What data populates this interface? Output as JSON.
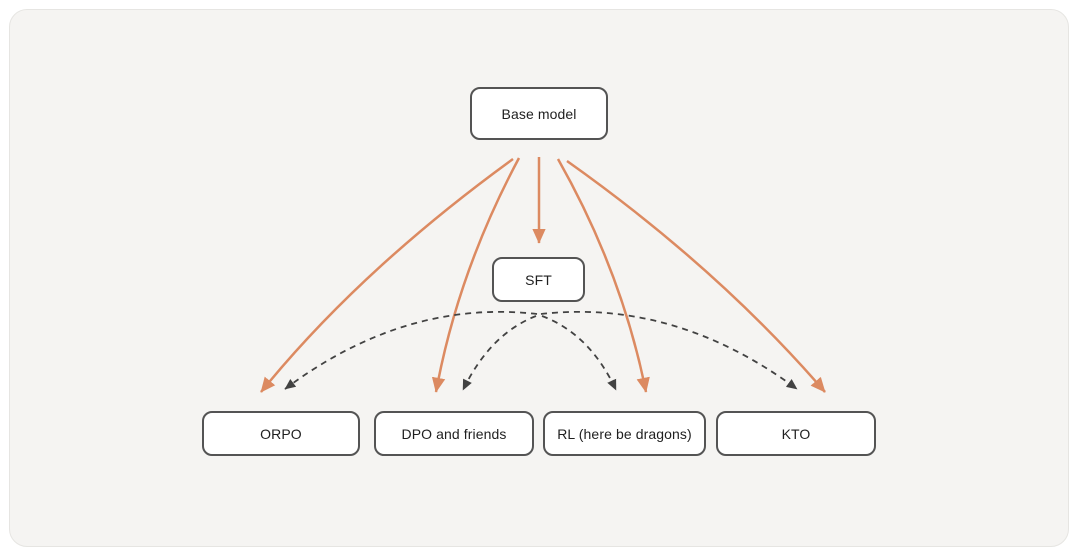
{
  "diagram": {
    "nodes": {
      "base_model": {
        "label": "Base model"
      },
      "sft": {
        "label": "SFT"
      },
      "orpo": {
        "label": "ORPO"
      },
      "dpo": {
        "label": "DPO and friends"
      },
      "rl": {
        "label": "RL (here be dragons)"
      },
      "kto": {
        "label": "KTO"
      }
    },
    "edges": [
      {
        "from": "Base model",
        "to": "SFT",
        "style": "solid-orange"
      },
      {
        "from": "Base model",
        "to": "ORPO",
        "style": "solid-orange"
      },
      {
        "from": "Base model",
        "to": "DPO and friends",
        "style": "solid-orange"
      },
      {
        "from": "Base model",
        "to": "RL (here be dragons)",
        "style": "solid-orange"
      },
      {
        "from": "Base model",
        "to": "KTO",
        "style": "solid-orange"
      },
      {
        "from": "SFT",
        "to": "ORPO",
        "style": "dashed-gray"
      },
      {
        "from": "SFT",
        "to": "DPO and friends",
        "style": "dashed-gray"
      },
      {
        "from": "SFT",
        "to": "RL (here be dragons)",
        "style": "dashed-gray"
      },
      {
        "from": "SFT",
        "to": "KTO",
        "style": "dashed-gray"
      }
    ],
    "colors": {
      "solid_arrow": "#dc8a61",
      "dashed_arrow": "#424242",
      "node_border": "#545454",
      "node_fill": "#ffffff",
      "canvas_fill": "#f5f4f2",
      "page_background": "#ffffff"
    }
  }
}
